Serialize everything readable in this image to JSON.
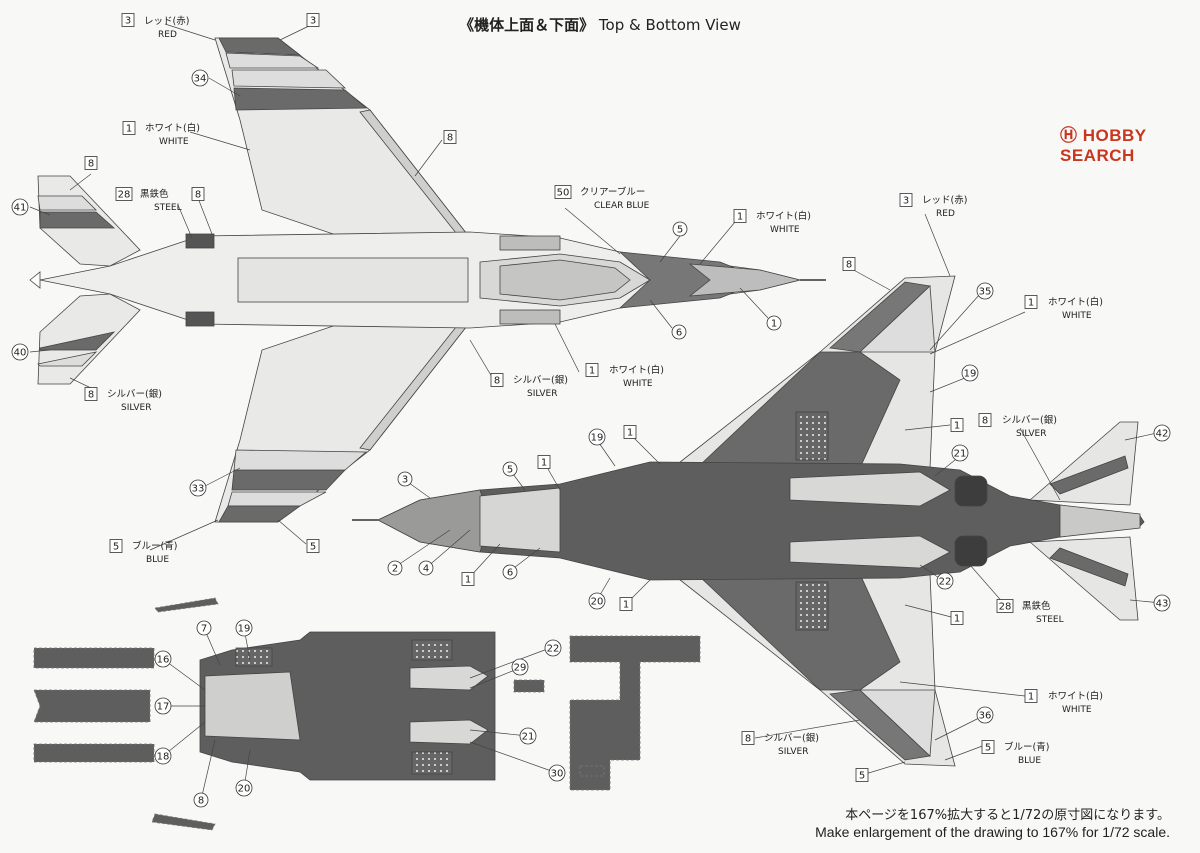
{
  "title": {
    "jp": "《機体上面＆下面》",
    "en": "Top & Bottom View"
  },
  "watermark": {
    "text": "HOBBY SEARCH"
  },
  "notes": {
    "jp": "本ページを167%拡大すると1/72の原寸図になります。",
    "en": "Make enlargement of the drawing to 167% for 1/72 scale."
  },
  "callouts": [
    {
      "id": "c3a",
      "num": "3",
      "jp": "レッド(赤)",
      "en": "RED"
    },
    {
      "id": "c3b",
      "num": "3"
    },
    {
      "id": "c34",
      "num": "34"
    },
    {
      "id": "c1a",
      "num": "1",
      "jp": "ホワイト(白)",
      "en": "WHITE"
    },
    {
      "id": "c8a",
      "num": "8"
    },
    {
      "id": "c8b",
      "num": "8"
    },
    {
      "id": "c28a",
      "num": "28",
      "jp": "黒鉄色",
      "en": "STEEL"
    },
    {
      "id": "c8c",
      "num": "8"
    },
    {
      "id": "c41",
      "num": "41"
    },
    {
      "id": "c40",
      "num": "40"
    },
    {
      "id": "c8d",
      "num": "8",
      "jp": "シルバー(銀)",
      "en": "SILVER"
    },
    {
      "id": "c50",
      "num": "50",
      "jp": "クリアーブルー",
      "en": "CLEAR BLUE"
    },
    {
      "id": "c5a",
      "num": "5"
    },
    {
      "id": "c1b",
      "num": "1",
      "jp": "ホワイト(白)",
      "en": "WHITE"
    },
    {
      "id": "c1c",
      "num": "1"
    },
    {
      "id": "c6a",
      "num": "6"
    },
    {
      "id": "c1d",
      "num": "1",
      "jp": "ホワイト(白)",
      "en": "WHITE"
    },
    {
      "id": "c8e",
      "num": "8",
      "jp": "シルバー(銀)",
      "en": "SILVER"
    },
    {
      "id": "c33",
      "num": "33"
    },
    {
      "id": "c5b",
      "num": "5",
      "jp": "ブルー(青)",
      "en": "BLUE"
    },
    {
      "id": "c5c",
      "num": "5"
    },
    {
      "id": "c3c",
      "num": "3",
      "jp": "レッド(赤)",
      "en": "RED"
    },
    {
      "id": "c8f",
      "num": "8"
    },
    {
      "id": "c35",
      "num": "35"
    },
    {
      "id": "c1e",
      "num": "1",
      "jp": "ホワイト(白)",
      "en": "WHITE"
    },
    {
      "id": "c19a",
      "num": "19"
    },
    {
      "id": "c1f",
      "num": "1"
    },
    {
      "id": "c8g",
      "num": "8",
      "jp": "シルバー(銀)",
      "en": "SILVER"
    },
    {
      "id": "c42",
      "num": "42"
    },
    {
      "id": "c19b",
      "num": "19"
    },
    {
      "id": "c1g",
      "num": "1"
    },
    {
      "id": "c21a",
      "num": "21"
    },
    {
      "id": "c5d",
      "num": "5"
    },
    {
      "id": "c1h",
      "num": "1"
    },
    {
      "id": "c3d",
      "num": "3"
    },
    {
      "id": "c2",
      "num": "2"
    },
    {
      "id": "c4",
      "num": "4"
    },
    {
      "id": "c1i",
      "num": "1"
    },
    {
      "id": "c6b",
      "num": "6"
    },
    {
      "id": "c20a",
      "num": "20"
    },
    {
      "id": "c1j",
      "num": "1"
    },
    {
      "id": "c22a",
      "num": "22"
    },
    {
      "id": "c28b",
      "num": "28",
      "jp": "黒鉄色",
      "en": "STEEL"
    },
    {
      "id": "c43",
      "num": "43"
    },
    {
      "id": "c1k",
      "num": "1"
    },
    {
      "id": "c1l",
      "num": "1",
      "jp": "ホワイト(白)",
      "en": "WHITE"
    },
    {
      "id": "c36",
      "num": "36"
    },
    {
      "id": "c8h",
      "num": "8",
      "jp": "シルバー(銀)",
      "en": "SILVER"
    },
    {
      "id": "c5e",
      "num": "5",
      "jp": "ブルー(青)",
      "en": "BLUE"
    },
    {
      "id": "c5f",
      "num": "5"
    },
    {
      "id": "c7",
      "num": "7"
    },
    {
      "id": "c19c",
      "num": "19"
    },
    {
      "id": "c16",
      "num": "16"
    },
    {
      "id": "c17",
      "num": "17"
    },
    {
      "id": "c18",
      "num": "18"
    },
    {
      "id": "c8i",
      "num": "8"
    },
    {
      "id": "c20b",
      "num": "20"
    },
    {
      "id": "c22b",
      "num": "22"
    },
    {
      "id": "c29",
      "num": "29"
    },
    {
      "id": "c21b",
      "num": "21"
    },
    {
      "id": "c30",
      "num": "30"
    }
  ]
}
